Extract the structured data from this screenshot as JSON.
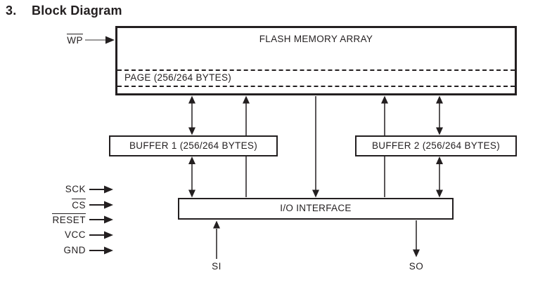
{
  "title": {
    "number": "3.",
    "text": "Block Diagram"
  },
  "blocks": {
    "flash": {
      "label": "FLASH MEMORY ARRAY",
      "page": "PAGE (256/264 BYTES)"
    },
    "buffer1": {
      "label": "BUFFER 1 (256/264 BYTES)"
    },
    "buffer2": {
      "label": "BUFFER 2 (256/264 BYTES)"
    },
    "io": {
      "label": "I/O INTERFACE"
    }
  },
  "signals": {
    "wp": {
      "label": "WP",
      "overline": true,
      "direction": "in"
    },
    "sck": {
      "label": "SCK",
      "overline": false,
      "direction": "in"
    },
    "cs": {
      "label": "CS",
      "overline": true,
      "direction": "in"
    },
    "reset": {
      "label": "RESET",
      "overline": true,
      "direction": "in"
    },
    "vcc": {
      "label": "VCC",
      "overline": false,
      "direction": "in"
    },
    "gnd": {
      "label": "GND",
      "overline": false,
      "direction": "in"
    },
    "si": {
      "label": "SI",
      "overline": false,
      "direction": "in"
    },
    "so": {
      "label": "SO",
      "overline": false,
      "direction": "out"
    }
  },
  "colors": {
    "ink": "#231f20",
    "background": "#ffffff"
  }
}
